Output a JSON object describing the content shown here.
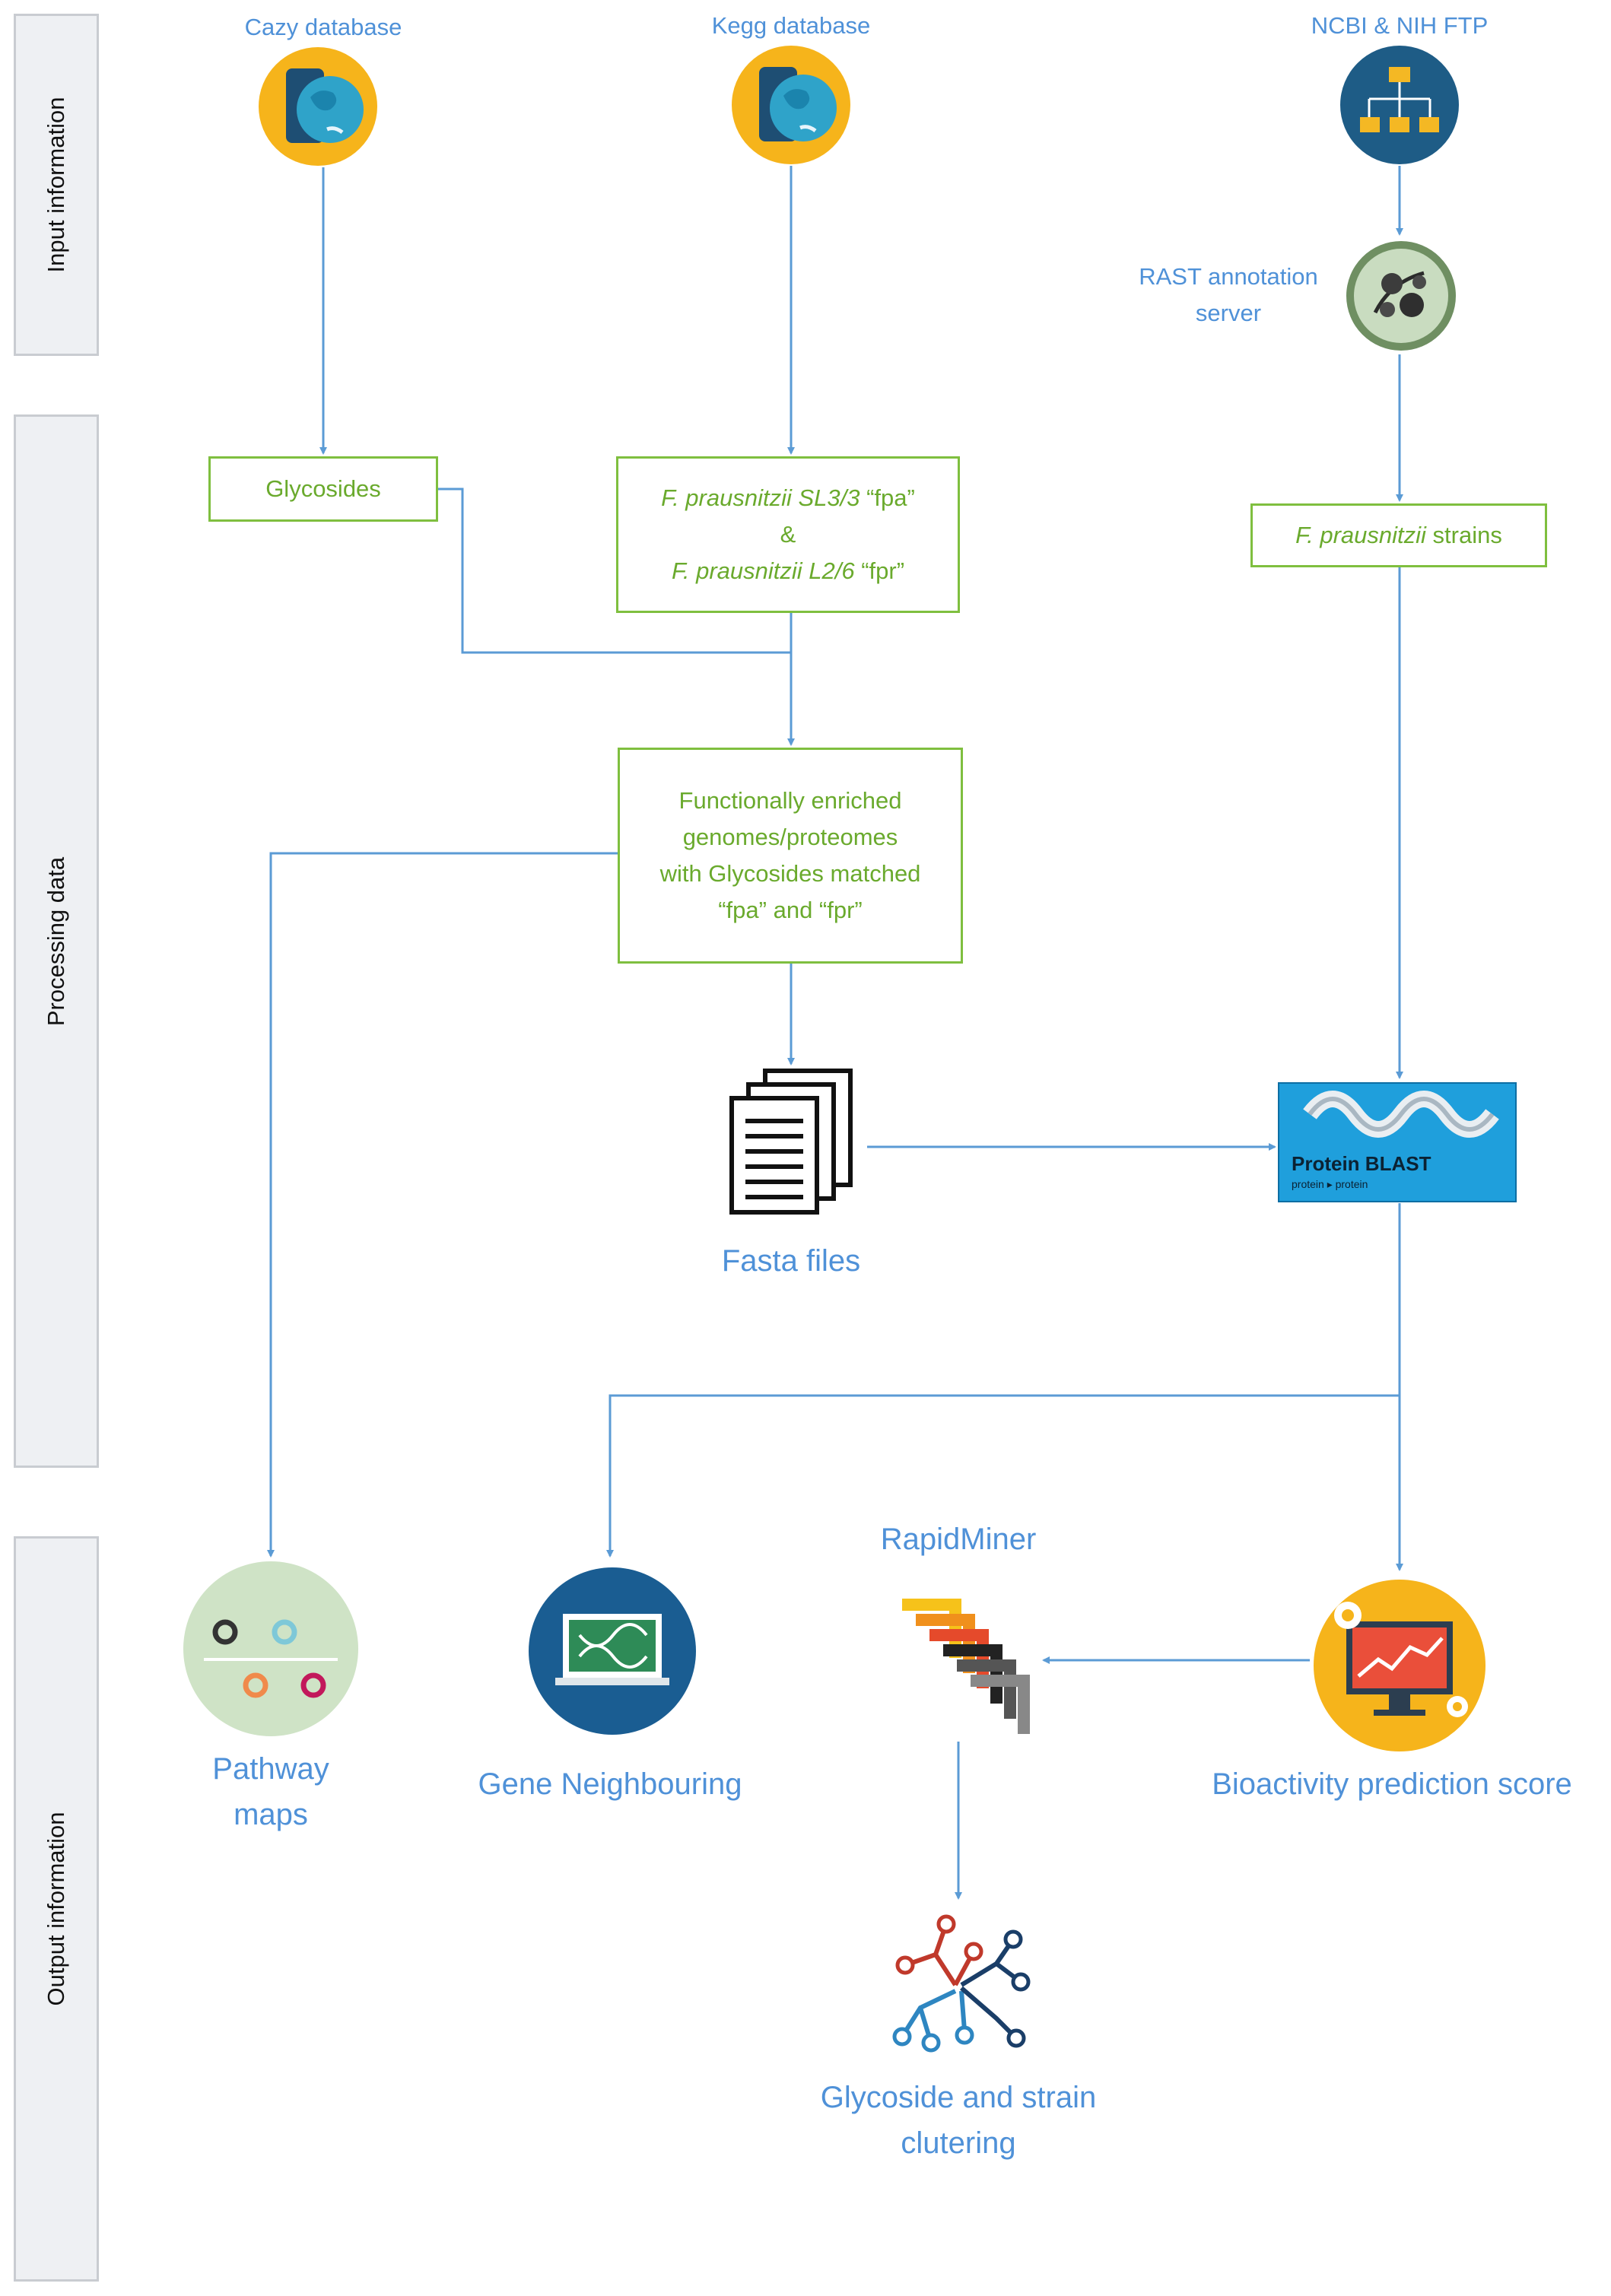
{
  "lanes": {
    "input": "Input information",
    "processing": "Processing data",
    "output": "Output information"
  },
  "sources": {
    "cazy": "Cazy database",
    "kegg": "Kegg  database",
    "ncbi": "NCBI & NIH FTP",
    "rast_line1": "RAST annotation",
    "rast_line2": "server"
  },
  "boxes": {
    "glycosides": "Glycosides",
    "fpa_species": "F. prausnitzii SL3/3",
    "fpa_code": " “fpa”",
    "amp": "&",
    "fpr_species": "F.  prausnitzii L2/6",
    "fpr_code": " “fpr”",
    "strains_species": "F.  prausnitzii",
    "strains_word": " strains",
    "enriched_1": "Functionally enriched",
    "enriched_2": "genomes/proteomes",
    "enriched_3": "with Glycosides matched",
    "enriched_4": "“fpa” and “fpr”"
  },
  "tools": {
    "fasta": "Fasta files",
    "blast_title": "Protein BLAST",
    "blast_sub": "protein ▸ protein",
    "rapidminer": "RapidMiner"
  },
  "outputs": {
    "pathway_1": "Pathway",
    "pathway_2": "maps",
    "gene": "Gene  Neighbouring",
    "bioactivity": "Bioactivity prediction score",
    "cluster_1": "Glycoside and strain",
    "cluster_2": "clutering"
  },
  "colors": {
    "arrow": "#5b9bd5",
    "box_border": "#7fbf3f",
    "box_text": "#6aaa2d",
    "label_blue": "#4f91d8"
  }
}
